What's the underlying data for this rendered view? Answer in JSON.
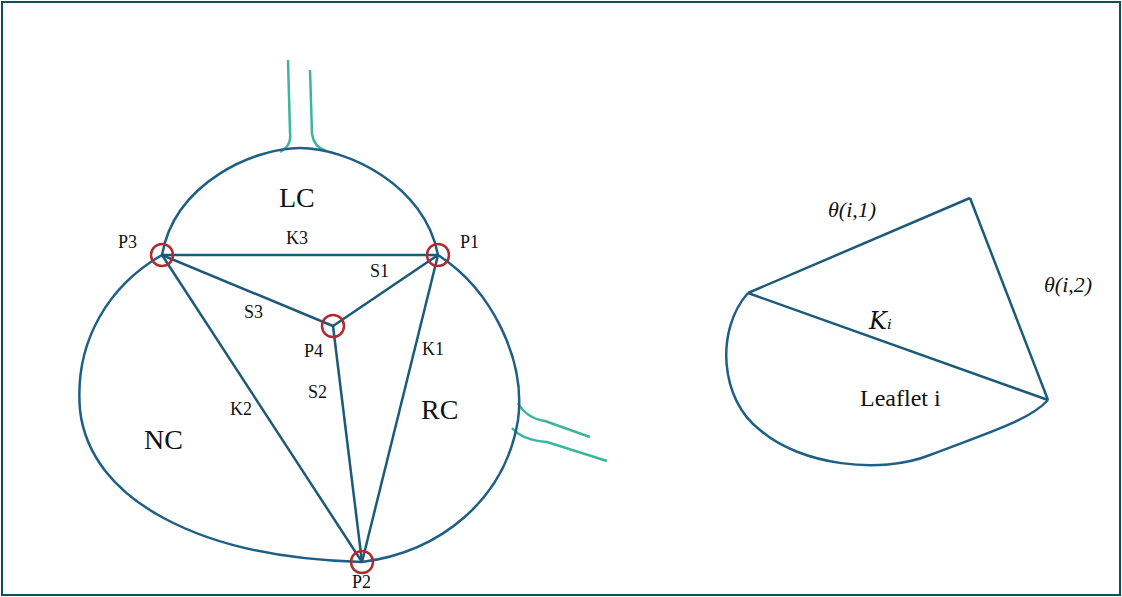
{
  "diagram": {
    "nodes": [
      {
        "text": [
          "LC"
        ]
      },
      {
        "text": [
          "NC"
        ]
      },
      {
        "text": [
          "RC"
        ]
      },
      {
        "text": [
          "Leaflet i"
        ]
      }
    ],
    "labels": [
      "P1",
      "P2",
      "P3",
      "P4",
      "K1",
      "K2",
      "K3",
      "S1",
      "S2",
      "S3",
      "θ(i,1)",
      "θ(i,2)",
      "Kᵢ"
    ]
  }
}
